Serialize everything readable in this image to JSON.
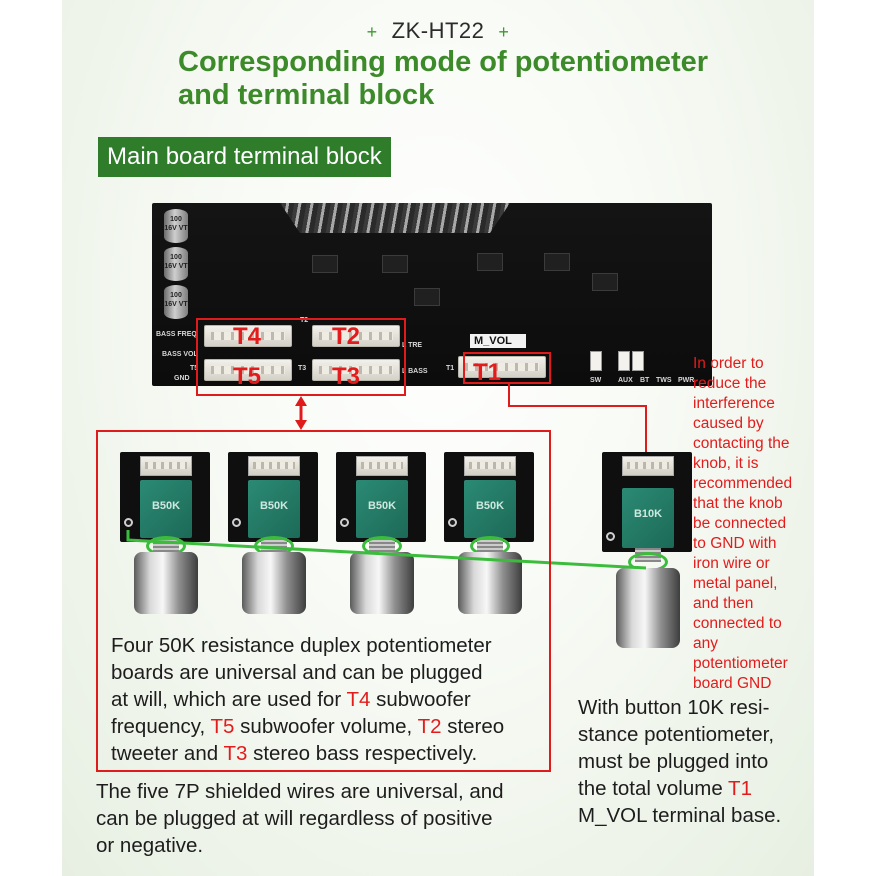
{
  "header": {
    "model": "ZK-HT22",
    "plus_left": "+",
    "plus_right": "+",
    "title_line1": "Corresponding mode of potentiometer",
    "title_line2": "and terminal block"
  },
  "section": {
    "badge": "Main board terminal block"
  },
  "board": {
    "connectors": {
      "t4": "T4",
      "t2": "T2",
      "t5": "T5",
      "t3": "T3",
      "t1": "T1"
    },
    "silkscreen": {
      "bass_freq": "BASS FREQ",
      "bass_vol": "BASS VOL",
      "gnd": "GND",
      "treble": "L TRE",
      "bass": "L BASS",
      "m_vol": "M_VOL",
      "t1_small": "T1",
      "t2_small": "T2",
      "t3_small": "T3",
      "t5_small": "T5",
      "cap_label": "100 16V VT",
      "sw": "SW",
      "aux": "AUX",
      "bt": "BT",
      "tws": "TWS",
      "pwr": "PWR"
    }
  },
  "pots": {
    "p1": "B50K",
    "p2": "B50K",
    "p3": "B50K",
    "p4": "B50K",
    "p5": "B10K"
  },
  "description_box": {
    "l1": "Four 50K resistance duplex potentiometer",
    "l2": "boards are universal and can be plugged",
    "l3a": "at will, which are used for ",
    "l3b": "T4",
    "l3c": " subwoofer",
    "l4a": "frequency, ",
    "l4b": "T5",
    "l4c": " subwoofer volume, ",
    "l4d": "T2",
    "l4e": " stereo",
    "l5a": "tweeter and ",
    "l5b": "T3",
    "l5c": " stereo bass respectively."
  },
  "wires_note": {
    "l1": "The five 7P shielded wires are universal, and",
    "l2": "can be plugged at will regardless of positive",
    "l3": "or negative."
  },
  "volume_note": {
    "l1": "With button 10K resi-",
    "l2": "stance potentiometer,",
    "l3": "must be plugged into",
    "l4a": "the total volume ",
    "l4b": "T1",
    "l5": "M_VOL terminal base."
  },
  "interference_note": {
    "l1": "In order to",
    "l2": "reduce the",
    "l3": "interference",
    "l4": "caused by",
    "l5": "contacting the",
    "l6": "knob, it is",
    "l7": "recommended",
    "l8": "that the knob",
    "l9": "be connected",
    "l10": "to GND with",
    "l11": "iron wire or",
    "l12": "metal panel,",
    "l13": "and then",
    "l14": "connected to",
    "l15": "any",
    "l16": "potentiometer",
    "l17": "board GND"
  },
  "colors": {
    "title_green": "#3c8a2a",
    "badge_green": "#2f7d2a",
    "highlight_red": "#e21c1c",
    "wire_green": "#3cbc3c"
  }
}
